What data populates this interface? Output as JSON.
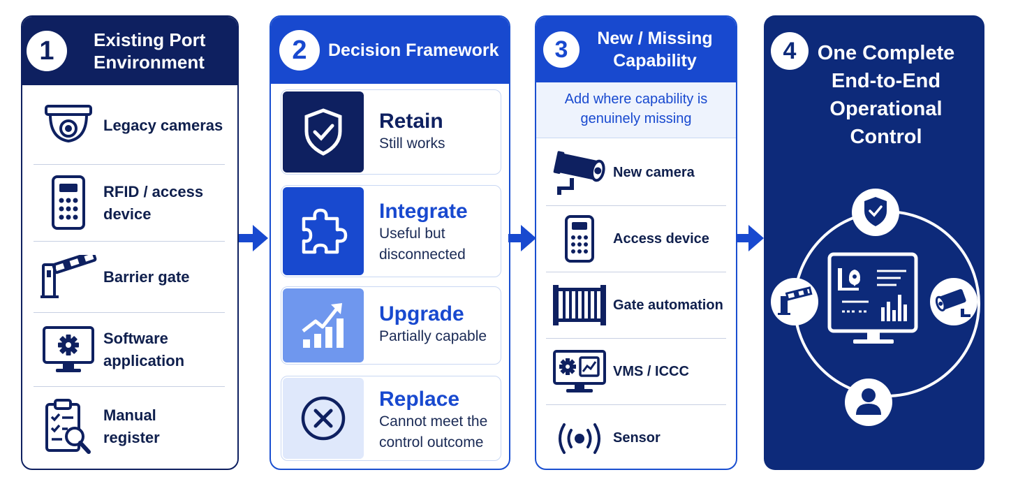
{
  "panels": {
    "existing": {
      "number": "1",
      "title": "Existing Port Environment",
      "items": [
        {
          "label": "Legacy cameras",
          "icon": "dome-camera-icon"
        },
        {
          "label": "RFID / access device",
          "icon": "rfid-reader-icon"
        },
        {
          "label": "Barrier gate",
          "icon": "barrier-gate-icon"
        },
        {
          "label": "Software application",
          "icon": "monitor-gear-icon"
        },
        {
          "label": "Manual register",
          "icon": "clipboard-search-icon"
        }
      ]
    },
    "framework": {
      "number": "2",
      "title": "Decision Framework",
      "cards": [
        {
          "title": "Retain",
          "subtitle": "Still works",
          "icon": "shield-check-icon"
        },
        {
          "title": "Integrate",
          "subtitle": "Useful but disconnected",
          "icon": "puzzle-icon"
        },
        {
          "title": "Upgrade",
          "subtitle": "Partially capable",
          "icon": "growth-chart-icon"
        },
        {
          "title": "Replace",
          "subtitle": "Cannot meet the control outcome",
          "icon": "x-circle-icon"
        }
      ]
    },
    "missing": {
      "number": "3",
      "title": "New / Missing Capability",
      "subtitle": "Add where capability is genuinely missing",
      "items": [
        {
          "label": "New camera",
          "icon": "bullet-camera-icon"
        },
        {
          "label": "Access device",
          "icon": "access-device-icon"
        },
        {
          "label": "Gate automation",
          "icon": "sliding-gate-icon"
        },
        {
          "label": "VMS / ICCC",
          "icon": "vms-monitor-icon"
        },
        {
          "label": "Sensor",
          "icon": "sensor-icon"
        }
      ]
    },
    "outcome": {
      "number": "4",
      "title": "One Complete End-to-End Operational Control"
    }
  },
  "colors": {
    "navy": "#0e2060",
    "blue": "#1849cf",
    "light_blue": "#6f97ee",
    "pale_blue": "#dfe8fb",
    "panel4_bg": "#0d2a7a"
  }
}
